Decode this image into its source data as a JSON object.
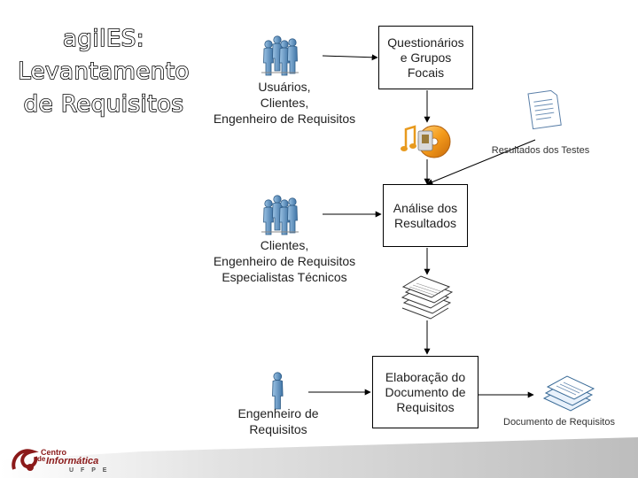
{
  "title_lines": [
    "agilES:",
    "Levantamento",
    "de Requisitos"
  ],
  "actors": {
    "group1": "Usuários,\nClientes,\nEngenheiro de Requisitos",
    "group2": "Clientes,\nEngenheiro de Requisitos\nEspecialistas Técnicos",
    "single": "Engenheiro de\nRequisitos"
  },
  "boxes": {
    "questionnaires": "Questionários\ne Grupos\nFocais",
    "analysis": "Análise dos\nResultados",
    "elaboration": "Elaboração do\nDocumento de\nRequisitos"
  },
  "artifacts": {
    "test_results": "Resultados dos Testes",
    "requirements_doc": "Documento de Requisitos"
  },
  "logo": {
    "line1": "Centro",
    "line2": "de",
    "line3": "Informática",
    "line4": "U F P E"
  },
  "colors": {
    "person_body": "#6e9fc9",
    "person_dark": "#3b6c98",
    "footer": "#c9c9c9",
    "logo_red": "#8b1a1a"
  }
}
